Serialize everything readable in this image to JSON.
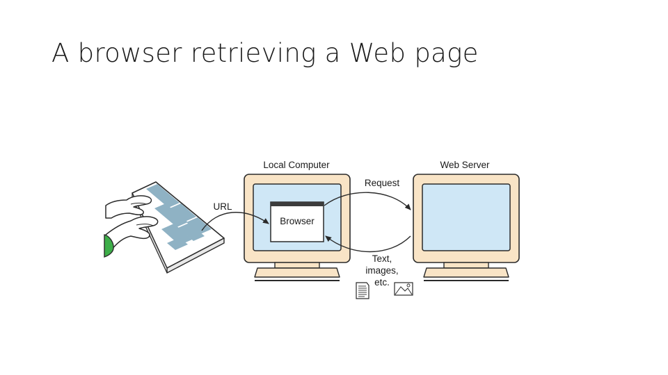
{
  "slide": {
    "title": "A browser retrieving a Web page"
  },
  "diagram": {
    "local_computer_label": "Local Computer",
    "web_server_label": "Web Server",
    "browser_label": "Browser",
    "url_label": "URL",
    "request_label": "Request",
    "response_label_lines": [
      "Text,",
      "images,",
      "etc."
    ]
  },
  "colors": {
    "monitor_case": "#f9e4c6",
    "monitor_outline": "#2a2a2a",
    "screen": "#cfe7f6",
    "keyboard_body": "#ffffff",
    "keyboard_keys": "#8fb2c4",
    "sleeve": "#3dae49"
  }
}
